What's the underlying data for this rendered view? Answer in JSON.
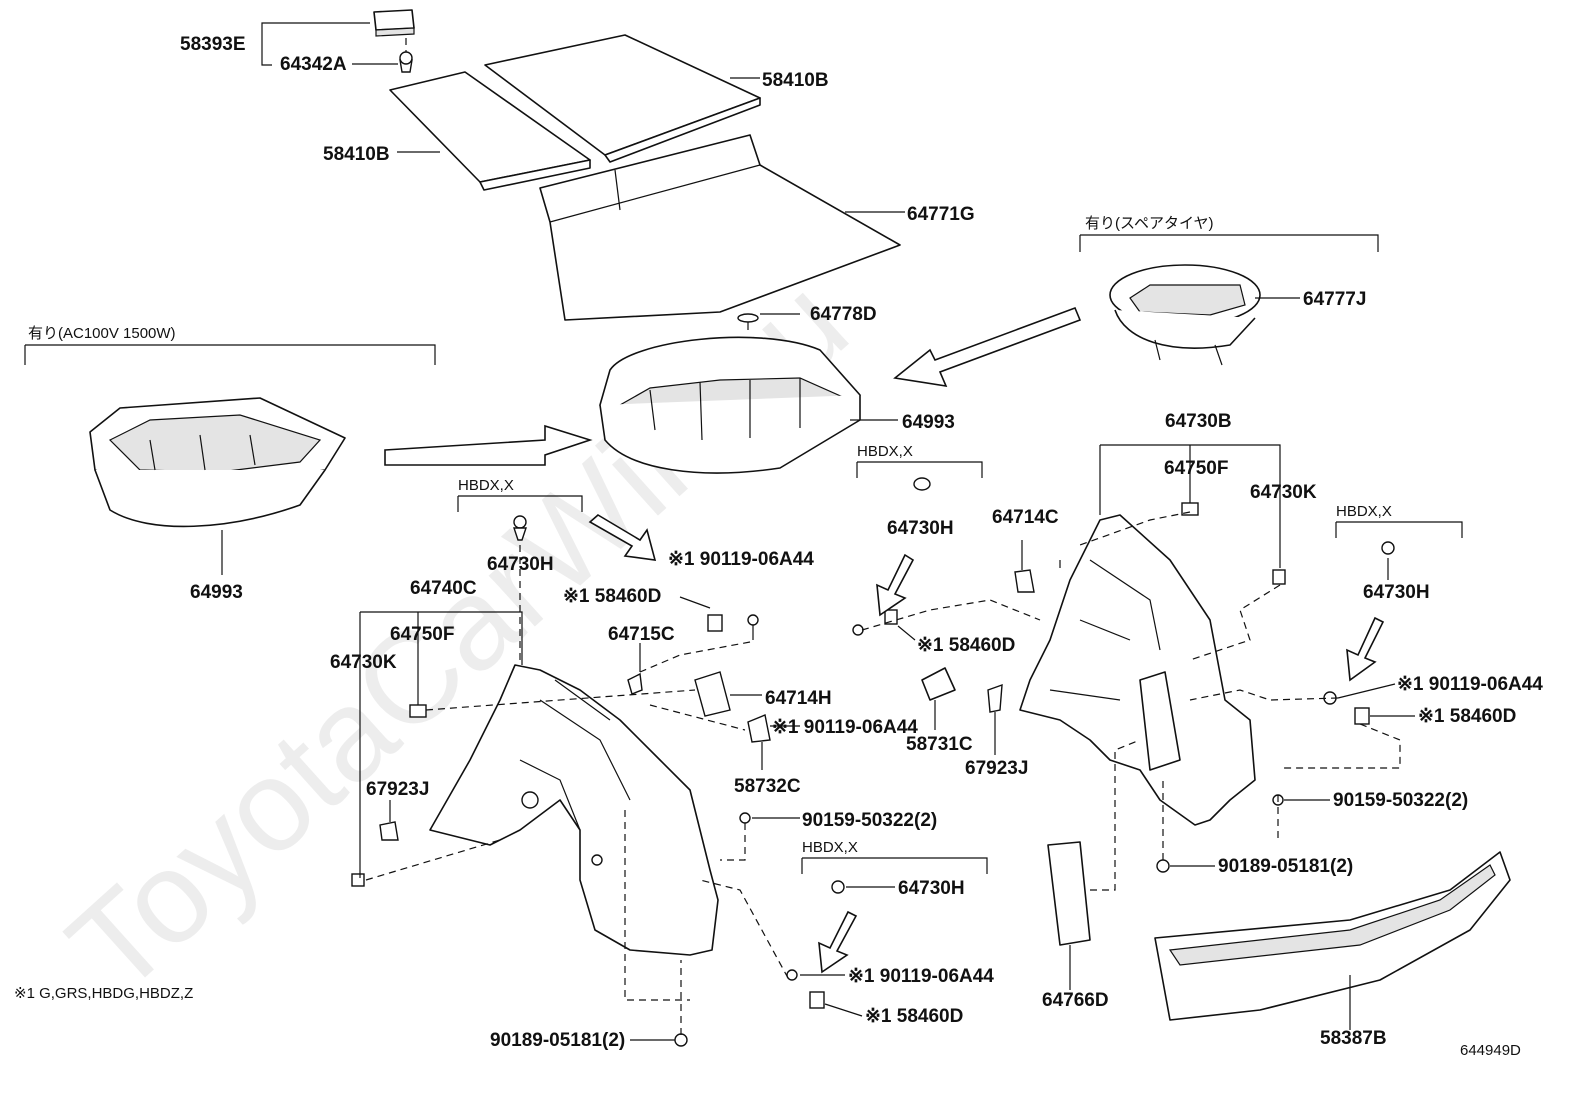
{
  "watermark": "ToyotaCarWiki.ru",
  "diagram_id": "644949D",
  "footnote": "※1 G,GRS,HBDG,HBDZ,Z",
  "groups": {
    "ac100v": "有り(AC100V 1500W)",
    "spare_tire": "有り(スペアタイヤ)",
    "hbdx_1": "HBDX,X",
    "hbdx_2": "HBDX,X",
    "hbdx_3": "HBDX,X",
    "hbdx_4": "HBDX,X"
  },
  "labels": {
    "p58393E": "58393E",
    "p64342A": "64342A",
    "p58410B_top": "58410B",
    "p58410B_left": "58410B",
    "p64771G": "64771G",
    "p64778D": "64778D",
    "p64993_center": "64993",
    "p64993_left": "64993",
    "p64777J": "64777J",
    "p64730H_a": "64730H",
    "p90119_a": "※1 90119-06A44",
    "p58460D_a": "※1 58460D",
    "p64740C": "64740C",
    "p64750F_left": "64750F",
    "p64730K_left": "64730K",
    "p64715C": "64715C",
    "p64714H": "64714H",
    "p90119_b": "※1 90119-06A44",
    "p58732C": "58732C",
    "p67923J_left": "67923J",
    "p90159_left": "90159-50322(2)",
    "p64730H_b": "64730H",
    "p58460D_b": "※1 58460D",
    "p58731C": "58731C",
    "p67923J_right": "67923J",
    "p64714C": "64714C",
    "p64730B": "64730B",
    "p64750F_right": "64750F",
    "p64730K_right": "64730K",
    "p64730H_c": "64730H",
    "p90119_c": "※1 90119-06A44",
    "p58460D_c": "※1 58460D",
    "p90159_right": "90159-50322(2)",
    "p90189_right": "90189-05181(2)",
    "p64730H_d": "64730H",
    "p90119_d": "※1 90119-06A44",
    "p58460D_d": "※1 58460D",
    "p90189_bottom": "90189-05181(2)",
    "p64766D": "64766D",
    "p58387B": "58387B"
  }
}
